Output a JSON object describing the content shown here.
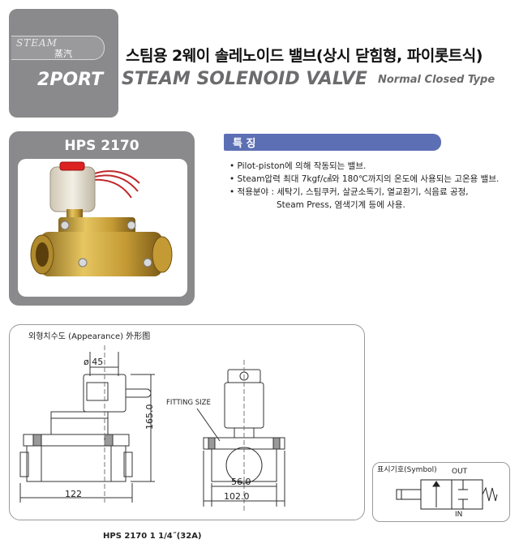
{
  "header": {
    "badge_word": "STEAM",
    "badge_cn": "蒸汽",
    "port_label": "2PORT",
    "title_kr": "스팀용 2웨이 솔레노이드 밸브(상시 닫힘형, 파이롯트식)",
    "title_en": "STEAM SOLENOID VALVE",
    "title_en_sub": "Normal Closed Type"
  },
  "product": {
    "model": "HPS 2170"
  },
  "features": {
    "heading": "특 징",
    "items": [
      "• Pilot-piston에 의해 작동되는 밸브.",
      "• Steam압력 최대 7kgf/㎠와 180℃까지의 온도에 사용되는 고온용 밸브.",
      "• 적용분야 : 세탁기, 스팀쿠커, 살균소독기, 열교환기, 식음료 공정,",
      "Steam Press, 염색기계  등에 사용."
    ]
  },
  "appearance": {
    "title": "외형치수도 (Appearance)  外形图",
    "dims": {
      "diameter": "ø 45",
      "height": "165.0",
      "length": "122",
      "fitting": "FITTING SIZE",
      "width_inner": "56.0",
      "width_outer": "102.0"
    },
    "caption": "HPS 2170     1 1/4˝(32A)"
  },
  "symbol": {
    "title": "표시기호(Symbol)",
    "out": "OUT",
    "in": "IN"
  },
  "colors": {
    "panel_gray": "#8a8a8c",
    "feature_blue": "#5d6fb4",
    "brass": "#c9a33b"
  }
}
